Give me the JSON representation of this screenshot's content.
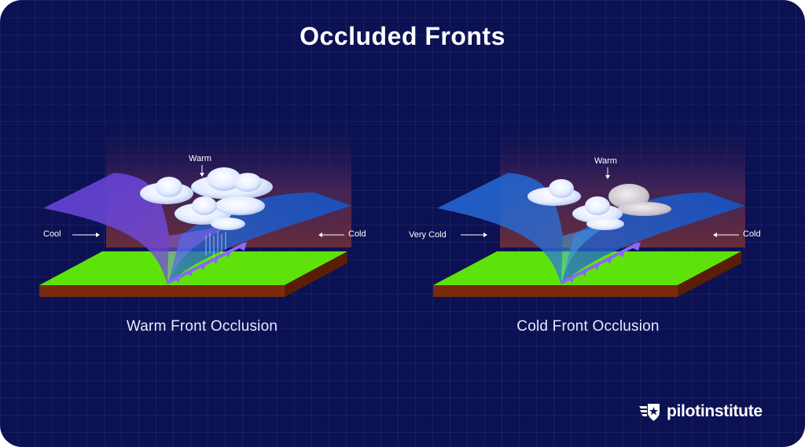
{
  "title": "Occluded Fronts",
  "left_diagram": {
    "caption": "Warm Front Occlusion",
    "label_top": "Warm",
    "label_left": "Cool",
    "label_right": "Cold"
  },
  "right_diagram": {
    "caption": "Cold Front Occlusion",
    "label_top": "Warm",
    "label_left": "Very Cold",
    "label_right": "Cold"
  },
  "brand": {
    "name": "pilotinstitute"
  },
  "colors": {
    "background": "#0b1152",
    "ground_top": "#5ee30a",
    "ground_side": "#7a2a0e",
    "warm_air_left": "#5a3fc8",
    "cold_air_right": "#1d54c4",
    "front_line": "#8a66ff"
  }
}
